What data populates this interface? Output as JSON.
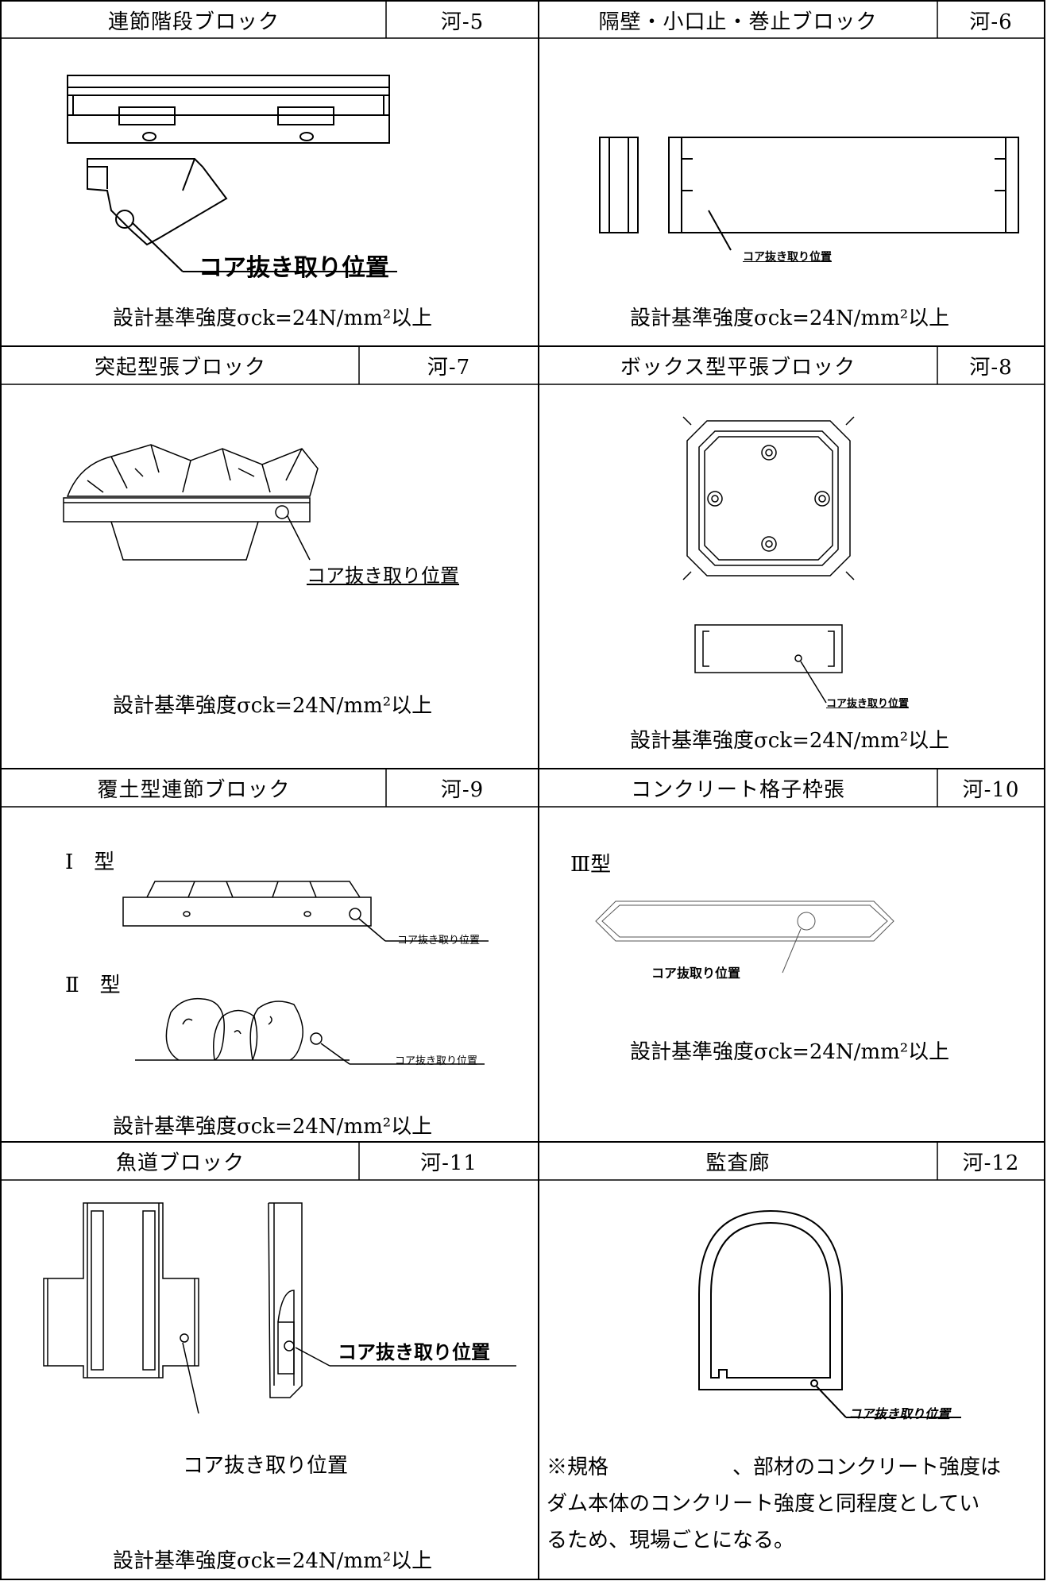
{
  "rows": [
    {
      "left": {
        "title": "連節階段ブロック",
        "code": "河-5"
      },
      "right": {
        "title": "隔壁・小口止・巻止ブロック",
        "code": "河-6"
      }
    },
    {
      "left": {
        "title": "突起型張ブロック",
        "code": "河-7"
      },
      "right": {
        "title": "ボックス型平張ブロック",
        "code": "河-8"
      }
    },
    {
      "left": {
        "title": "覆土型連節ブロック",
        "code": "河-9"
      },
      "right": {
        "title": "コンクリート格子枠張",
        "code": "河-10"
      }
    },
    {
      "left": {
        "title": "魚道ブロック",
        "code": "河-11"
      },
      "right": {
        "title": "監査廊",
        "code": "河-12"
      }
    }
  ],
  "spec_text": "設計基準強度σck=24N/mm²以上",
  "core_label": "コア抜き取り位置",
  "core_label_alt": "コア抜取り位置",
  "type_labels": {
    "type1": "Ⅰ　型",
    "type2": "Ⅱ　型",
    "type3": "Ⅲ型"
  },
  "note_lines": [
    "※規格　　　　　　、部材のコンクリート強度は",
    "ダム本体のコンクリート強度と同程度としてい",
    "るため、現場ごとになる。"
  ]
}
